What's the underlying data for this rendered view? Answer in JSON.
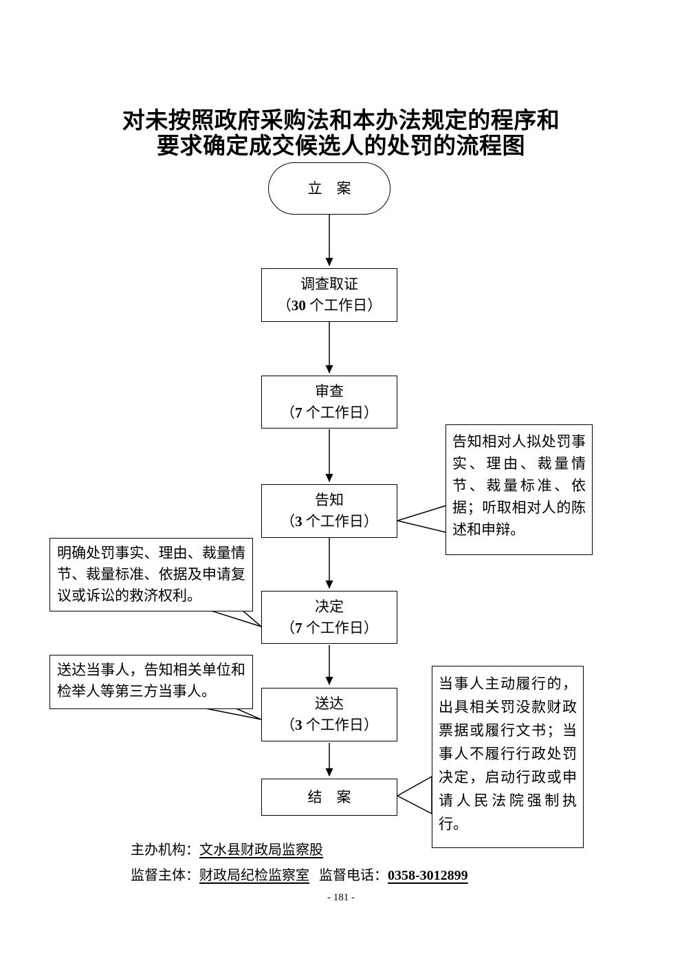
{
  "title": {
    "line1": "对未按照政府采购法和本办法规定的程序和",
    "line2": "要求确定成交候选人的处罚的流程图"
  },
  "flow": {
    "start_label": "立　案",
    "steps": [
      {
        "label": "调查取证",
        "d_open": "（",
        "d_num": "30",
        "d_rest": " 个工作日）"
      },
      {
        "label": "审查",
        "d_open": "（",
        "d_num": "7",
        "d_rest": " 个工作日）"
      },
      {
        "label": "告知",
        "d_open": "（",
        "d_num": "3",
        "d_rest": " 个工作日）"
      },
      {
        "label": "决定",
        "d_open": "（",
        "d_num": "7",
        "d_rest": " 个工作日）"
      },
      {
        "label": "送达",
        "d_open": "（",
        "d_num": "3",
        "d_rest": " 个工作日）"
      }
    ],
    "end_label": "结　案"
  },
  "callouts": {
    "notify": "告知相对人拟处罚事实、理由、裁量情节、裁量标准、依据；听取相对人的陈述和申辩。",
    "decide": "明确处罚事实、理由、裁量情节、裁量标准、依据及申请复议或诉讼的救济权利。",
    "deliver": "送达当事人，告知相关单位和检举人等第三方当事人。",
    "close": "当事人主动履行的，出具相关罚没款财政票据或履行文书；当事人不履行行政处罚决定，启动行政或申请人民法院强制执行。"
  },
  "footer": {
    "organizer_label": "主办机构：",
    "organizer_value": "文水县财政局监察股",
    "supervisor_label": "监督主体：",
    "supervisor_value": "财政局纪检监察室",
    "phone_label": "监督电话：",
    "phone_value": "0358-3012899",
    "page_number": "- 181 -"
  }
}
